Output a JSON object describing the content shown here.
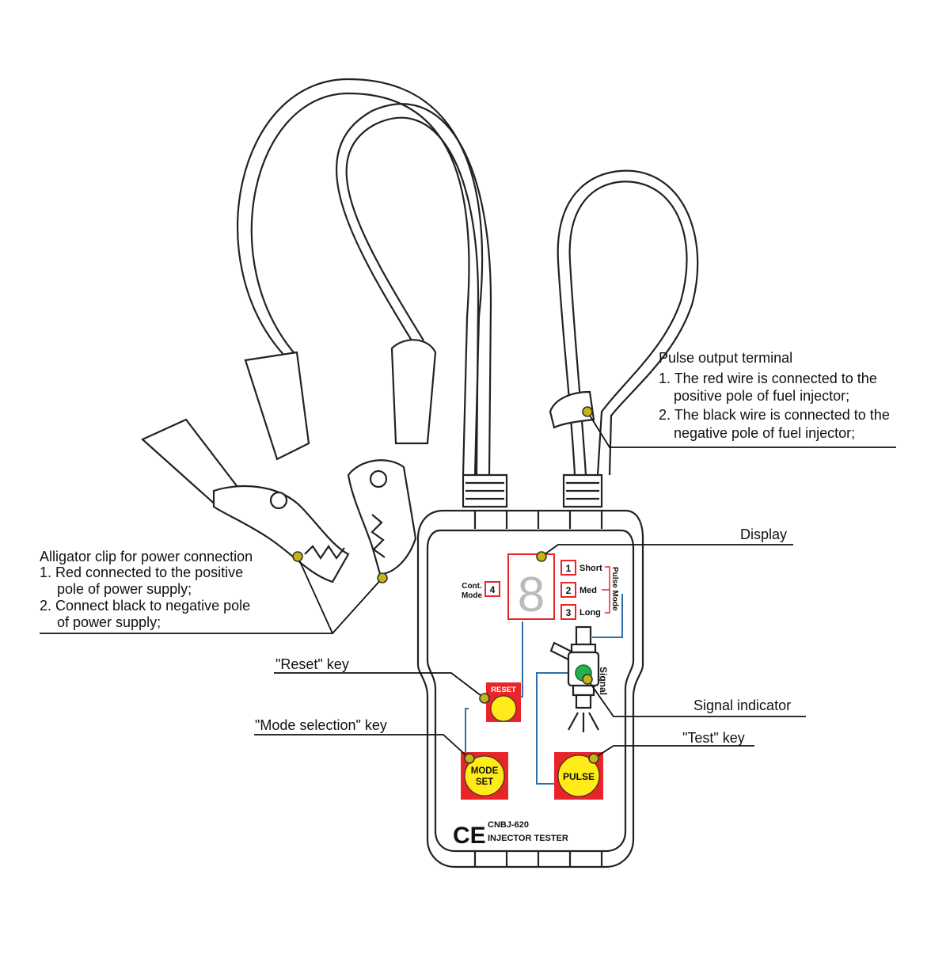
{
  "labels": {
    "pulse_title": "Pulse output terminal",
    "pulse_line1": "1. The red wire is connected to the",
    "pulse_line2": "positive pole of fuel injector;",
    "pulse_line3": "2. The black wire is connected to the",
    "pulse_line4": "negative pole of fuel injector;",
    "display": "Display",
    "clip_title": "Alligator clip for power connection",
    "clip_line1": "1. Red connected to the positive",
    "clip_line2": "pole of power supply;",
    "clip_line3": "2. Connect black to negative pole",
    "clip_line4": "of power supply;",
    "reset_key": "\"Reset\" key",
    "signal_indicator": "Signal indicator",
    "mode_key": "\"Mode selection\" key",
    "test_key": "\"Test\" key"
  },
  "panel": {
    "cont": "Cont.",
    "mode": "Mode",
    "mode_num": "4",
    "digit": "8",
    "modes": [
      {
        "num": "1",
        "label": "Short"
      },
      {
        "num": "2",
        "label": "Med"
      },
      {
        "num": "3",
        "label": "Long"
      }
    ],
    "pulse_mode": "Pulse Mode",
    "signal": "Signal",
    "reset": "RESET",
    "mode_set_1": "MODE",
    "mode_set_2": "SET",
    "pulse": "PULSE",
    "ce": "CE",
    "model": "CNBJ-620",
    "product": "INJECTOR TESTER"
  },
  "colors": {
    "button_red": "#e8262a",
    "button_yellow": "#ffeb1a",
    "indicator_green": "#22b14c",
    "callout_dot": "#c9b414",
    "trace_blue": "#2f6ea8"
  }
}
